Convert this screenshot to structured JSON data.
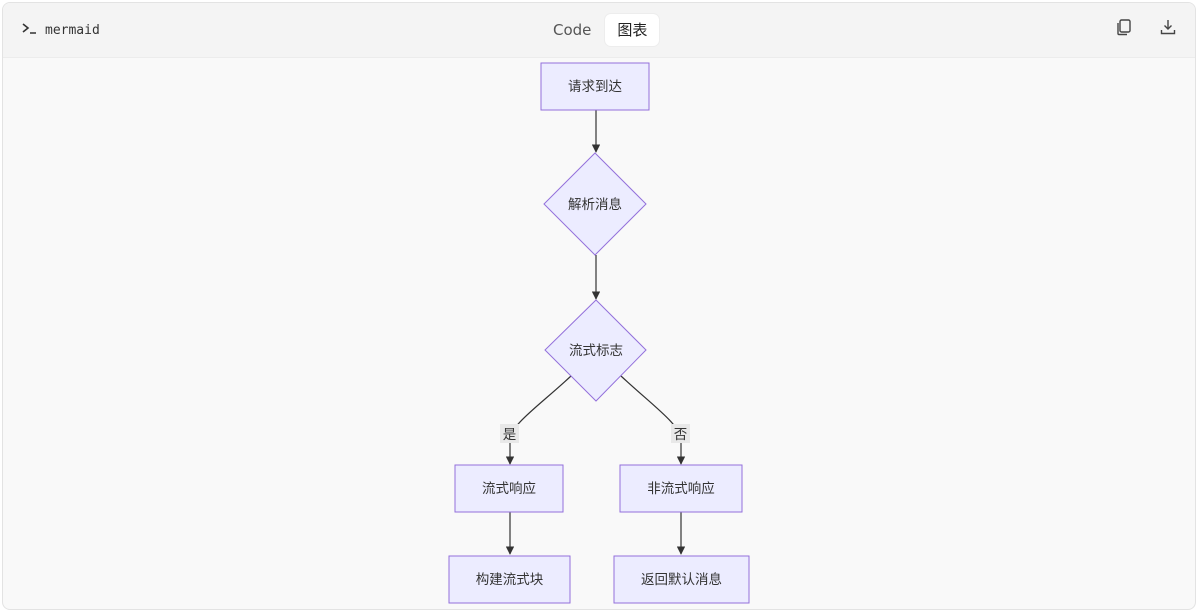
{
  "header": {
    "language": "mermaid",
    "tabs": [
      {
        "label": "Code",
        "active": false
      },
      {
        "label": "图表",
        "active": true
      }
    ]
  },
  "icons": {
    "terminal": "terminal-prompt-icon",
    "copy": "copy-icon",
    "download": "download-icon"
  },
  "colors": {
    "node_fill": "#ececff",
    "node_stroke": "#9370db",
    "edge": "#333333",
    "edge_label_bg": "#e8e8e8"
  },
  "flowchart": {
    "nodes": [
      {
        "id": "request",
        "label": "请求到达",
        "shape": "rect"
      },
      {
        "id": "parse",
        "label": "解析消息",
        "shape": "diamond"
      },
      {
        "id": "stream_flag",
        "label": "流式标志",
        "shape": "diamond"
      },
      {
        "id": "stream_resp",
        "label": "流式响应",
        "shape": "rect"
      },
      {
        "id": "non_stream_resp",
        "label": "非流式响应",
        "shape": "rect"
      },
      {
        "id": "build_chunks",
        "label": "构建流式块",
        "shape": "rect"
      },
      {
        "id": "return_default",
        "label": "返回默认消息",
        "shape": "rect"
      }
    ],
    "edges": [
      {
        "from": "request",
        "to": "parse",
        "label": ""
      },
      {
        "from": "parse",
        "to": "stream_flag",
        "label": ""
      },
      {
        "from": "stream_flag",
        "to": "stream_resp",
        "label": "是"
      },
      {
        "from": "stream_flag",
        "to": "non_stream_resp",
        "label": "否"
      },
      {
        "from": "stream_resp",
        "to": "build_chunks",
        "label": ""
      },
      {
        "from": "non_stream_resp",
        "to": "return_default",
        "label": ""
      }
    ]
  }
}
